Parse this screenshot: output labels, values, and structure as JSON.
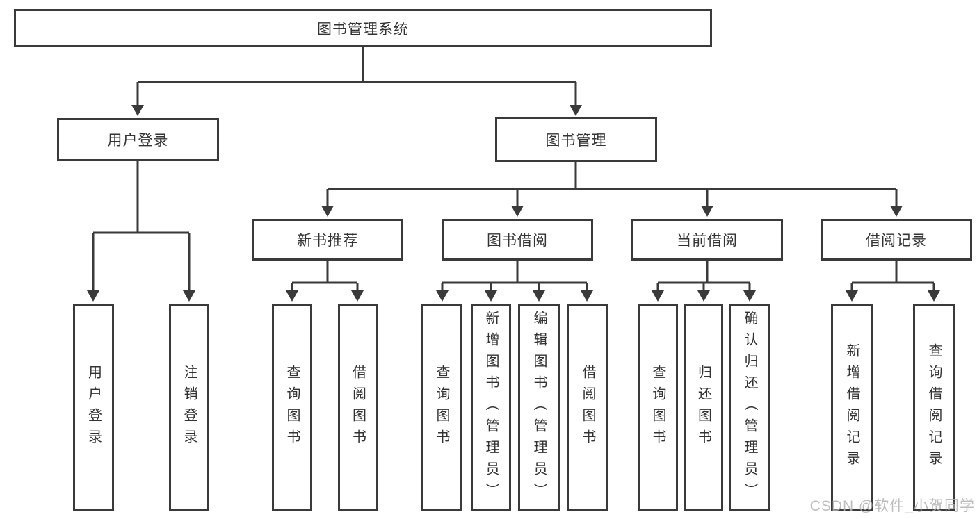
{
  "root": {
    "label": "图书管理系统"
  },
  "user_login": {
    "label": "用户登录",
    "children": [
      "用户登录",
      "注销登录"
    ]
  },
  "book_mgmt": {
    "label": "图书管理",
    "modules": [
      {
        "label": "新书推荐",
        "children": [
          "查询图书",
          "借阅图书"
        ]
      },
      {
        "label": "图书借阅",
        "children": [
          "查询图书",
          "新增图书（管理员）",
          "编辑图书（管理员）",
          "借阅图书"
        ]
      },
      {
        "label": "当前借阅",
        "children": [
          "查询图书",
          "归还图书",
          "确认归还（管理员）"
        ]
      },
      {
        "label": "借阅记录",
        "children": [
          "新增借阅记录",
          "查询借阅记录"
        ]
      }
    ]
  },
  "watermark": "CSDN @软件_小贺同学",
  "colors": {
    "line": "#3a3a3a",
    "text": "#333333",
    "background": "#ffffff",
    "watermark": "#b2b2b2"
  }
}
